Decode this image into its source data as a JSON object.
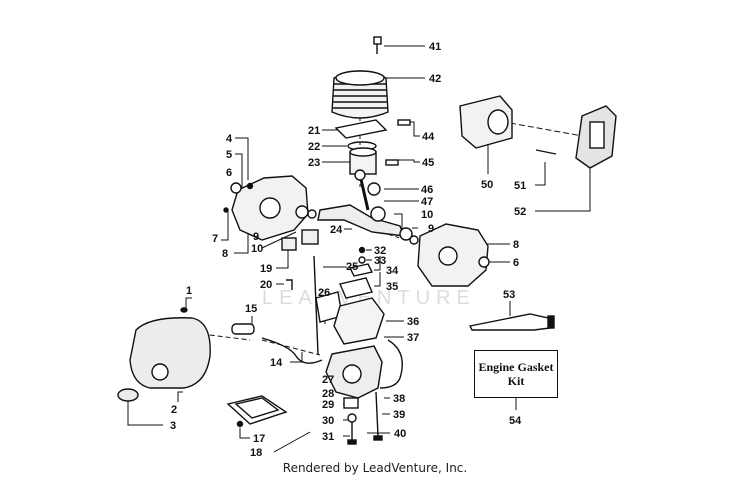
{
  "diagram": {
    "footer_text": "Rendered by LeadVenture, Inc.",
    "watermark": "LEADVENTURE",
    "kit_box": {
      "line1": "Engine Gasket",
      "line2": "Kit"
    },
    "callouts": {
      "c1": "1",
      "c2": "2",
      "c3": "3",
      "c4": "4",
      "c5": "5",
      "c6": "6",
      "c6b": "6",
      "c7": "7",
      "c8": "8",
      "c8b": "8",
      "c9": "9",
      "c9b": "9",
      "c10": "10",
      "c10b": "10",
      "c14": "14",
      "c15": "15",
      "c17": "17",
      "c18": "18",
      "c19": "19",
      "c20": "20",
      "c21": "21",
      "c22": "22",
      "c23": "23",
      "c24": "24",
      "c25": "25",
      "c26": "26",
      "c27": "27",
      "c28": "28",
      "c29": "29",
      "c30": "30",
      "c31": "31",
      "c32": "32",
      "c33": "33",
      "c34": "34",
      "c35": "35",
      "c36": "36",
      "c37": "37",
      "c38": "38",
      "c39": "39",
      "c40": "40",
      "c41": "41",
      "c42": "42",
      "c44": "44",
      "c45": "45",
      "c46": "46",
      "c47": "47",
      "c50": "50",
      "c51": "51",
      "c52": "52",
      "c53": "53",
      "c54": "54"
    }
  }
}
